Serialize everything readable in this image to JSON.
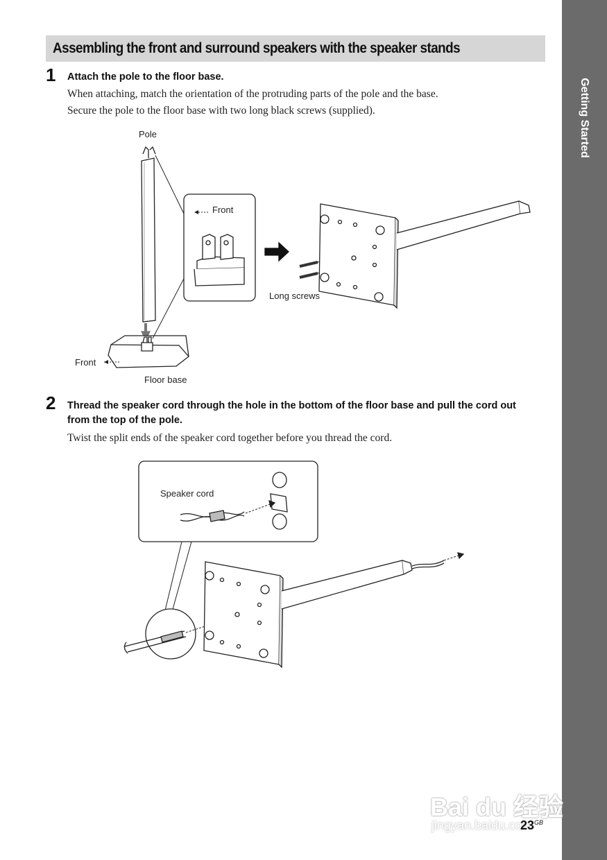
{
  "side_tab": {
    "label": "Getting Started"
  },
  "header": {
    "title": "Assembling the front and surround speakers with the speaker stands"
  },
  "steps": [
    {
      "number": "1",
      "heading": "Attach the pole to the floor base.",
      "body": [
        "When attaching, match the orientation of the protruding parts of the pole and the base.",
        "Secure the pole to the floor base with two long black screws (supplied)."
      ]
    },
    {
      "number": "2",
      "heading": "Thread the speaker cord through the hole in the bottom of the floor base and pull the cord out from the top of the pole.",
      "body": [
        "Twist the split ends of the speaker cord together before you thread the cord."
      ]
    }
  ],
  "figure1": {
    "labels": {
      "pole": "Pole",
      "front_inset": "Front",
      "long_screws": "Long screws",
      "front": "Front",
      "floor_base": "Floor base"
    }
  },
  "figure2": {
    "labels": {
      "speaker_cord": "Speaker cord"
    }
  },
  "watermark": {
    "text": "Bai du 经验",
    "url": "jingyan.baidu.com"
  },
  "footer": {
    "page_number": "23",
    "suffix": "GB"
  }
}
